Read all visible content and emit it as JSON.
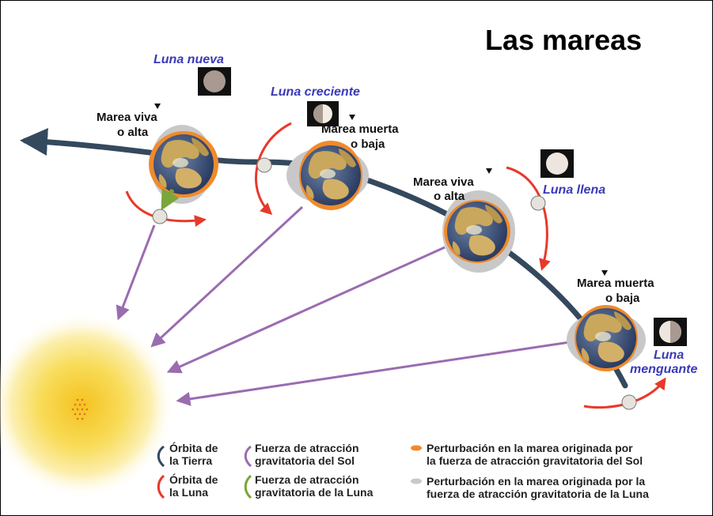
{
  "title": "Las mareas",
  "moon_phases": {
    "nueva": "Luna nueva",
    "creciente": "Luna creciente",
    "llena": "Luna llena",
    "menguante_1": "Luna",
    "menguante_2": "menguante"
  },
  "tides": {
    "viva_1": {
      "line1": "Marea viva",
      "line2": "o alta"
    },
    "muerta_1": {
      "line1": "Marea muerta",
      "line2": "o baja"
    },
    "viva_2": {
      "line1": "Marea viva",
      "line2": "o alta"
    },
    "muerta_2": {
      "line1": "Marea muerta",
      "line2": "o baja"
    }
  },
  "legend": {
    "earth_orbit": {
      "line1": "Órbita de",
      "line2": "la Tierra"
    },
    "moon_orbit": {
      "line1": "Órbita de",
      "line2": "la Luna"
    },
    "sun_force": {
      "line1": "Fuerza de atracción",
      "line2": "gravitatoria del Sol"
    },
    "moon_force": {
      "line1": "Fuerza de atracción",
      "line2": "gravitatoria de la Luna"
    },
    "sun_tide": {
      "line1": "Perturbación en la marea originada por",
      "line2": "la fuerza de atracción gravitatoria del Sol"
    },
    "moon_tide": {
      "line1": "Perturbación en la marea originada por la",
      "line2": "fuerza de atracción gravitatoria de la Luna"
    }
  },
  "colors": {
    "earth_orbit": "#34495e",
    "moon_orbit": "#e8392a",
    "sun_force": "#9a6cb0",
    "moon_force": "#7aa63a",
    "sun_tide": "#f08a2c",
    "moon_tide": "#c8c8c8",
    "moon_label": "#3a3ab8",
    "sun_core": "#f7d23a"
  }
}
